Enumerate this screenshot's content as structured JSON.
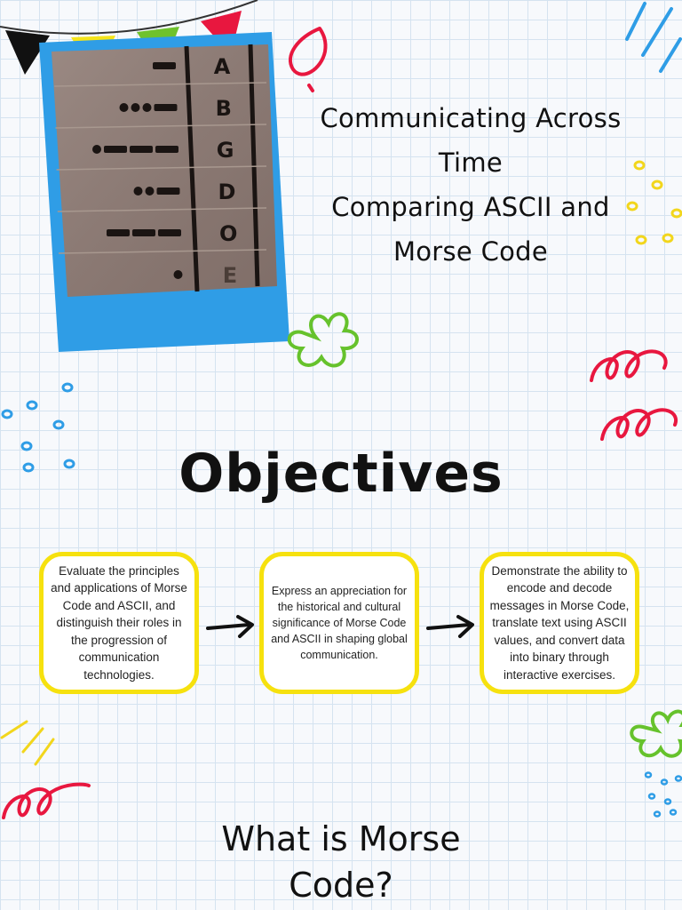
{
  "title_lines": [
    "Communicating Across",
    "Time",
    "Comparing ASCII and",
    "Morse Code"
  ],
  "photo": {
    "morse_rows": [
      {
        "pattern": "-",
        "letter": "A"
      },
      {
        "pattern": "...-",
        "letter": "B"
      },
      {
        "pattern": ".---",
        "letter": "G"
      },
      {
        "pattern": "..-",
        "letter": "D"
      },
      {
        "pattern": "---",
        "letter": "O"
      },
      {
        "pattern": ".",
        "letter": "E"
      }
    ]
  },
  "objectives_heading": "Objectives",
  "objectives": [
    "Evaluate the principles and applications of Morse Code and ASCII, and distinguish their roles in the progression of communication technologies.",
    "Express an appreciation for the historical and cultural significance of Morse Code and ASCII in shaping global communication.",
    "Demonstrate the ability to encode and decode messages in Morse Code, translate text using ASCII values, and convert data into binary through interactive exercises."
  ],
  "question_heading_lines": [
    "What is Morse",
    "Code?"
  ],
  "colors": {
    "frame_blue": "#2f9de6",
    "box_border_yellow": "#f6e10e",
    "accent_red": "#e8173f",
    "accent_green": "#66c22c",
    "accent_blue": "#2f9de6",
    "accent_yellow": "#f2d61c"
  }
}
